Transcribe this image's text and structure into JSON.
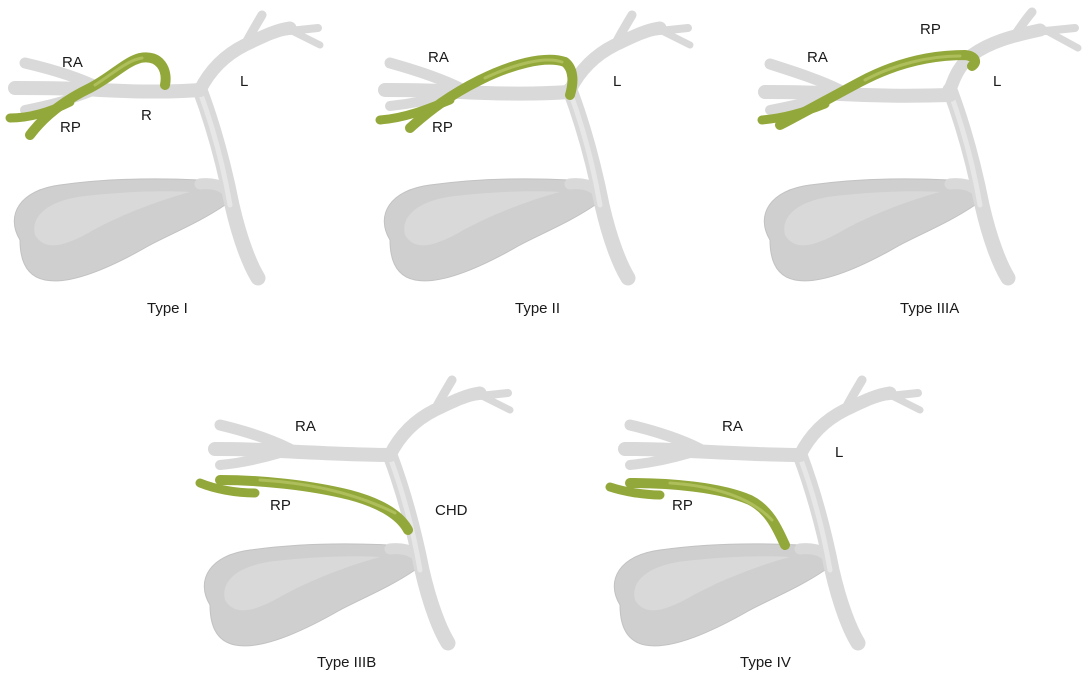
{
  "panels": [
    {
      "caption": "Type I",
      "labels": {
        "ra": "RA",
        "rp": "RP",
        "r": "R",
        "l": "L"
      }
    },
    {
      "caption": "Type II",
      "labels": {
        "ra": "RA",
        "rp": "RP",
        "l": "L"
      }
    },
    {
      "caption": "Type IIIA",
      "labels": {
        "ra": "RA",
        "rp": "RP",
        "l": "L"
      }
    },
    {
      "caption": "Type IIIB",
      "labels": {
        "ra": "RA",
        "rp": "RP",
        "chd": "CHD"
      }
    },
    {
      "caption": "Type IV",
      "labels": {
        "ra": "RA",
        "rp": "RP",
        "l": "L"
      }
    }
  ],
  "colors": {
    "gray_duct": "#d9d9d9",
    "green_duct": "#93a83a",
    "gallbladder": "#cfcfcf"
  }
}
